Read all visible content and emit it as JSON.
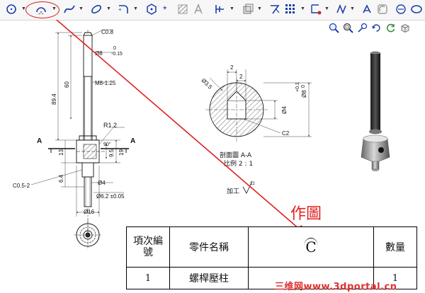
{
  "toolbar": {
    "icons": [
      "circle-tool-icon",
      "arc-tool-icon",
      "spline-tool-icon",
      "ellipse-tool-icon",
      "fillet-tool-icon",
      "point-tool-icon",
      "centerline-icon",
      "hatch-icon",
      "text-icon",
      "trim-icon",
      "offset-icon",
      "mirror-icon",
      "pattern-icon",
      "move-icon",
      "rotate-icon",
      "scale-icon",
      "smart-dimension-icon",
      "relation-icon",
      "ellipse-sketch-icon"
    ]
  },
  "view_toolbar": {
    "icons": [
      "zoom-fit-icon",
      "zoom-area-icon",
      "zoom-inout-icon",
      "rotate-view-icon",
      "refresh-icon",
      "view-orientation-icon"
    ]
  },
  "drawing": {
    "left_view": {
      "dims": {
        "chamfer_top": "C0.8",
        "dia8": "Ø8",
        "dia8_tol_upper": "0",
        "dia8_tol_lower": "-0.15",
        "thread": "M8-1.25",
        "len60": "60",
        "len89": "89.4",
        "radius": "R1.2",
        "angle": "90°",
        "len13": "13",
        "len95": "9.5",
        "len19": "19",
        "chamfer_bottom": "C0.5-2",
        "len64": "6.4",
        "dia4": "Ø4",
        "dia62": "Ø6.2 ±0.05",
        "dia16": "Ø16",
        "section_a_left": "A",
        "section_a_right": "A"
      }
    },
    "section_view": {
      "dims": {
        "dia35": "Ø3.5",
        "dim2_top": "2",
        "dim2_left": "2",
        "tol_upper": "+0.1",
        "tol_lower": "0",
        "dia8": "Ø8",
        "dia4": "Ø4",
        "c2": "C2"
      },
      "caption_title": "剖面圖 A-A",
      "caption_scale": "比例 2 : 1",
      "finish_label": "加工",
      "finish_symbol": "12"
    }
  },
  "annotation": {
    "text": "作圖"
  },
  "title_table": {
    "headers": [
      "項次編號",
      "零件名稱",
      "C",
      "數量"
    ],
    "row": [
      "1",
      "螺桿壓柱",
      "",
      "1"
    ]
  },
  "watermark": {
    "text": "三维网www.3dportal.cn"
  },
  "colors": {
    "annotation": "#e02020",
    "toolbar_icon": "#1a3fa8"
  }
}
